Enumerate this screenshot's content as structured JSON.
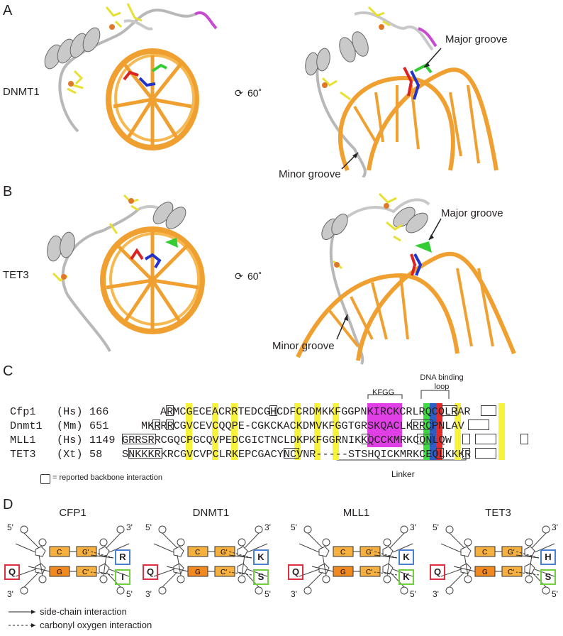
{
  "panels": {
    "A": {
      "letter": "A",
      "protein": "DNMT1",
      "rotation": "60˚",
      "major": "Major groove",
      "minor": "Minor groove"
    },
    "B": {
      "letter": "B",
      "protein": "TET3",
      "rotation": "60˚",
      "major": "Major groove",
      "minor": "Minor groove"
    },
    "C": {
      "letter": "C",
      "kfgg": "KFGG",
      "dna_loop_line1": "DNA binding",
      "dna_loop_line2": "loop",
      "linker": "Linker",
      "legend": "= reported backbone interaction",
      "rows": [
        {
          "name": "Cfp1",
          "species": "(Hs)",
          "start": "166",
          "seq": "ARMCGECEACRRTEDCGHCDFCRDMKKFGGPNKIRCKCRLRQCQLRAR"
        },
        {
          "name": "Dnmt1",
          "species": "(Mm)",
          "start": "651",
          "seq": "MKRRRCGVCEVCQQPE-CGKCKACKDMVKFGGTGRSKQACLKRRCPNLAV"
        },
        {
          "name": "MLL1",
          "species": "(Hs)",
          "start": "1149",
          "seq": "GRRSRRCGQCPGCQVPEDCGICTNCLDKPKFGGRNIKKQCCKMRKCQNLQW"
        },
        {
          "name": "TET3",
          "species": "(Xt)",
          "start": "58",
          "seq": "SNKKKRKRCGVCVPCLRKEPCGACYNCVNR-----STSHQICKMRKCEQLKKKR"
        }
      ]
    },
    "D": {
      "letter": "D",
      "complexes": [
        {
          "title": "CFP1",
          "q": "Q",
          "top": "R",
          "bottom": "I"
        },
        {
          "title": "DNMT1",
          "q": "Q",
          "top": "K",
          "bottom": "S"
        },
        {
          "title": "MLL1",
          "q": "Q",
          "top": "K",
          "bottom": "K"
        },
        {
          "title": "TET3",
          "q": "Q",
          "top": "H",
          "bottom": "S"
        }
      ],
      "ends": {
        "tl": "5'",
        "tr": "3'",
        "bl": "3'",
        "br": "5'"
      },
      "bases": {
        "c": "C",
        "gp": "G'",
        "g": "G",
        "cp": "C'"
      },
      "legend_solid": "side-chain interaction",
      "legend_dashed": "carbonyl oxygen interaction"
    }
  }
}
